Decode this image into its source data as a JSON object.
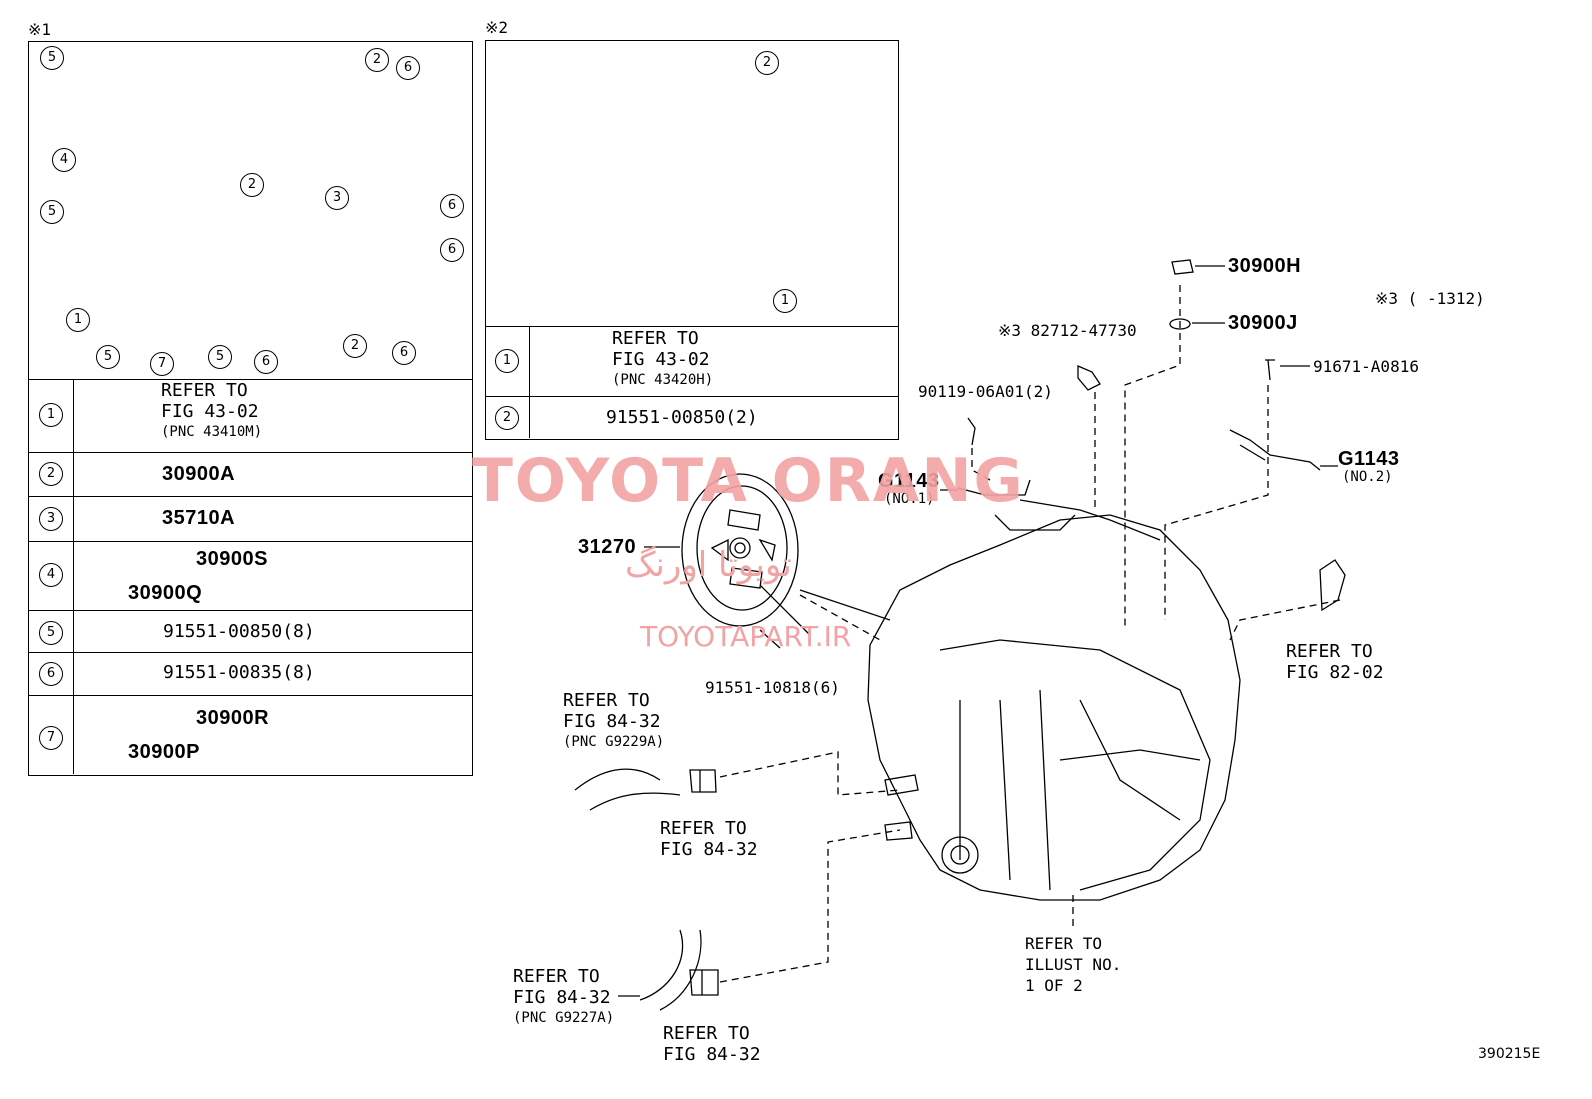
{
  "marks": {
    "note1": "※1",
    "note2": "※2",
    "note3_range": "※3 (      -1312)"
  },
  "box1": {
    "callouts": [
      "5",
      "2",
      "6",
      "4",
      "2",
      "3",
      "6",
      "5",
      "6",
      "1",
      "5",
      "7",
      "5",
      "6",
      "2",
      "6"
    ],
    "rows": [
      {
        "num": "1",
        "text1": "REFER TO",
        "text2": "FIG 43-02",
        "text3": "(PNC 43410M)"
      },
      {
        "num": "2",
        "part": "30900A"
      },
      {
        "num": "3",
        "part": "35710A"
      },
      {
        "num": "4",
        "partA": "30900S",
        "partB": "30900Q"
      },
      {
        "num": "5",
        "part": "91551-00850(8)"
      },
      {
        "num": "6",
        "part": "91551-00835(8)"
      },
      {
        "num": "7",
        "partA": "30900R",
        "partB": "30900P"
      }
    ]
  },
  "box2": {
    "callouts": [
      "2",
      "1"
    ],
    "rows": [
      {
        "num": "1",
        "text1": "REFER TO",
        "text2": "FIG 43-02",
        "text3": "(PNC 43420H)"
      },
      {
        "num": "2",
        "part": "91551-00850(2)"
      }
    ]
  },
  "labels": {
    "p30900H": "30900H",
    "p30900J": "30900J",
    "p82712": "※3 82712-47730",
    "p91671": "91671-A0816",
    "p90119": "90119-06A01(2)",
    "g1143_1": "G1143",
    "g1143_1_sub": "(NO.1)",
    "g1143_2": "G1143",
    "g1143_2_sub": "(NO.2)",
    "p31270": "31270",
    "p91551_10818": "91551-10818(6)",
    "ref82_1": "REFER TO",
    "ref82_2": "FIG 82-02",
    "ref84a_1": "REFER TO",
    "ref84a_2": "FIG 84-32",
    "ref84a_3": "(PNC G9229A)",
    "ref84b_1": "REFER TO",
    "ref84b_2": "FIG 84-32",
    "ref84c_1": "REFER TO",
    "ref84c_2": "FIG 84-32",
    "ref84c_3": "(PNC G9227A)",
    "ref84d_1": "REFER TO",
    "ref84d_2": "FIG 84-32",
    "illust_1": "REFER TO",
    "illust_2": "ILLUST NO.",
    "illust_3": "1 OF 2",
    "fig_id": "390215E"
  },
  "watermark": {
    "brand": "TOYOTA ORANG",
    "farsi": "تویوتا اورنگ",
    "url": "TOYOTAPART.IR"
  }
}
